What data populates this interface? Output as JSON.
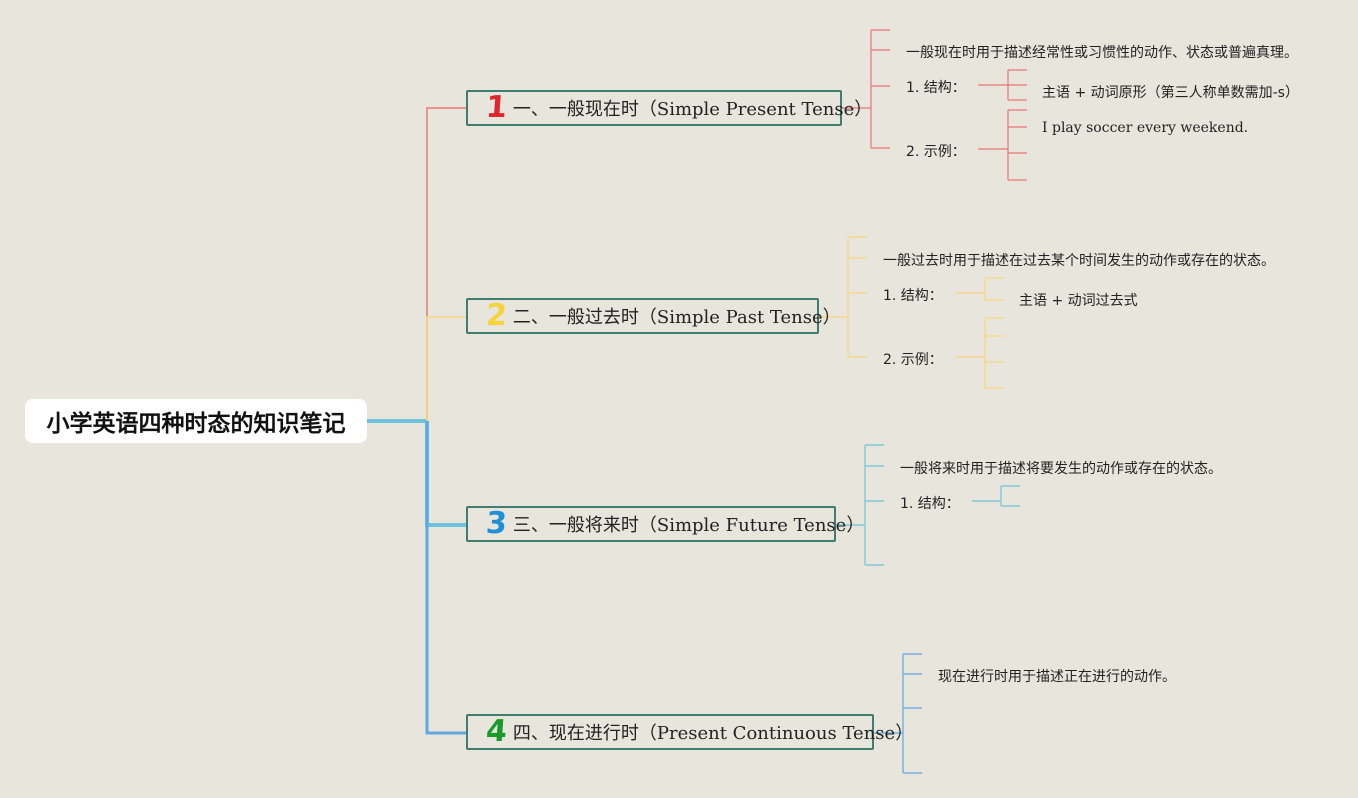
{
  "root": {
    "title": "小学英语四种时态的知识笔记"
  },
  "colors": {
    "red": "#e8767a",
    "yellow": "#f7d77e",
    "cyan": "#6cc4dc",
    "blue": "#5fa9e0",
    "num1": "#e0262e",
    "num2": "#f5d33c",
    "num3": "#1f8fd8",
    "num4": "#1a9a2a"
  },
  "branches": [
    {
      "num": "1",
      "title": "一、一般现在时（Simple Present Tense）",
      "desc": "一般现在时用于描述经常性或习惯性的动作、状态或普遍真理。",
      "structure_label": "1. 结构：",
      "structure_value": "主语 + 动词原形（第三人称单数需加-s）",
      "example_label": "2. 示例：",
      "example_value": "I play soccer every weekend."
    },
    {
      "num": "2",
      "title": "二、一般过去时（Simple Past Tense）",
      "desc": "一般过去时用于描述在过去某个时间发生的动作或存在的状态。",
      "structure_label": "1. 结构：",
      "structure_value": "主语 + 动词过去式",
      "example_label": "2. 示例："
    },
    {
      "num": "3",
      "title": "三、一般将来时（Simple Future Tense）",
      "desc": "一般将来时用于描述将要发生的动作或存在的状态。",
      "structure_label": "1. 结构："
    },
    {
      "num": "4",
      "title": "四、现在进行时（Present Continuous Tense）",
      "desc": "现在进行时用于描述正在进行的动作。"
    }
  ]
}
